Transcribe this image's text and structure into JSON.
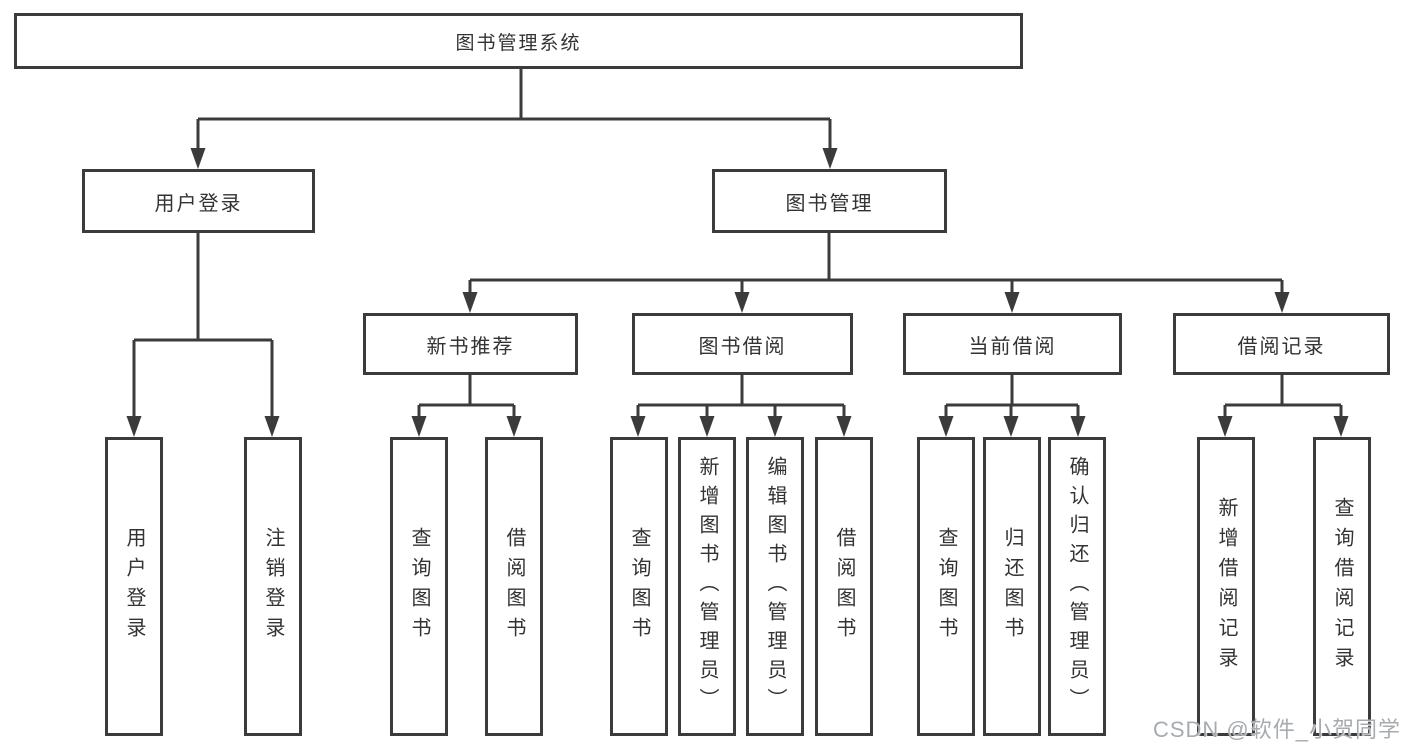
{
  "root": {
    "label": "图书管理系统"
  },
  "level2": [
    {
      "id": "user-login",
      "parent": "图书管理系统",
      "label": "用户登录"
    },
    {
      "id": "book-management",
      "parent": "图书管理系统",
      "label": "图书管理"
    }
  ],
  "level3": [
    {
      "id": "new-book-recommend",
      "parent": "图书管理",
      "label": "新书推荐"
    },
    {
      "id": "book-borrow",
      "parent": "图书管理",
      "label": "图书借阅"
    },
    {
      "id": "current-borrow",
      "parent": "图书管理",
      "label": "当前借阅"
    },
    {
      "id": "borrow-records",
      "parent": "图书管理",
      "label": "借阅记录"
    }
  ],
  "level4": [
    {
      "parent": "用户登录",
      "label": "用户登录"
    },
    {
      "parent": "用户登录",
      "label": "注销登录"
    },
    {
      "parent": "新书推荐",
      "label": "查询图书"
    },
    {
      "parent": "新书推荐",
      "label": "借阅图书"
    },
    {
      "parent": "图书借阅",
      "label": "查询图书"
    },
    {
      "parent": "图书借阅",
      "label": "新增图书（管理员）"
    },
    {
      "parent": "图书借阅",
      "label": "编辑图书（管理员）"
    },
    {
      "parent": "图书借阅",
      "label": "借阅图书"
    },
    {
      "parent": "当前借阅",
      "label": "查询图书"
    },
    {
      "parent": "当前借阅",
      "label": "归还图书"
    },
    {
      "parent": "当前借阅",
      "label": "确认归还（管理员）"
    },
    {
      "parent": "借阅记录",
      "label": "新增借阅记录"
    },
    {
      "parent": "借阅记录",
      "label": "查询借阅记录"
    }
  ],
  "watermark": {
    "text": "CSDN @软件_小贺同学"
  },
  "colors": {
    "line": "#3b3b3b",
    "box_border": "#3b3b3b",
    "text": "#333333",
    "background": "#ffffff",
    "watermark": "#a7abb0"
  }
}
